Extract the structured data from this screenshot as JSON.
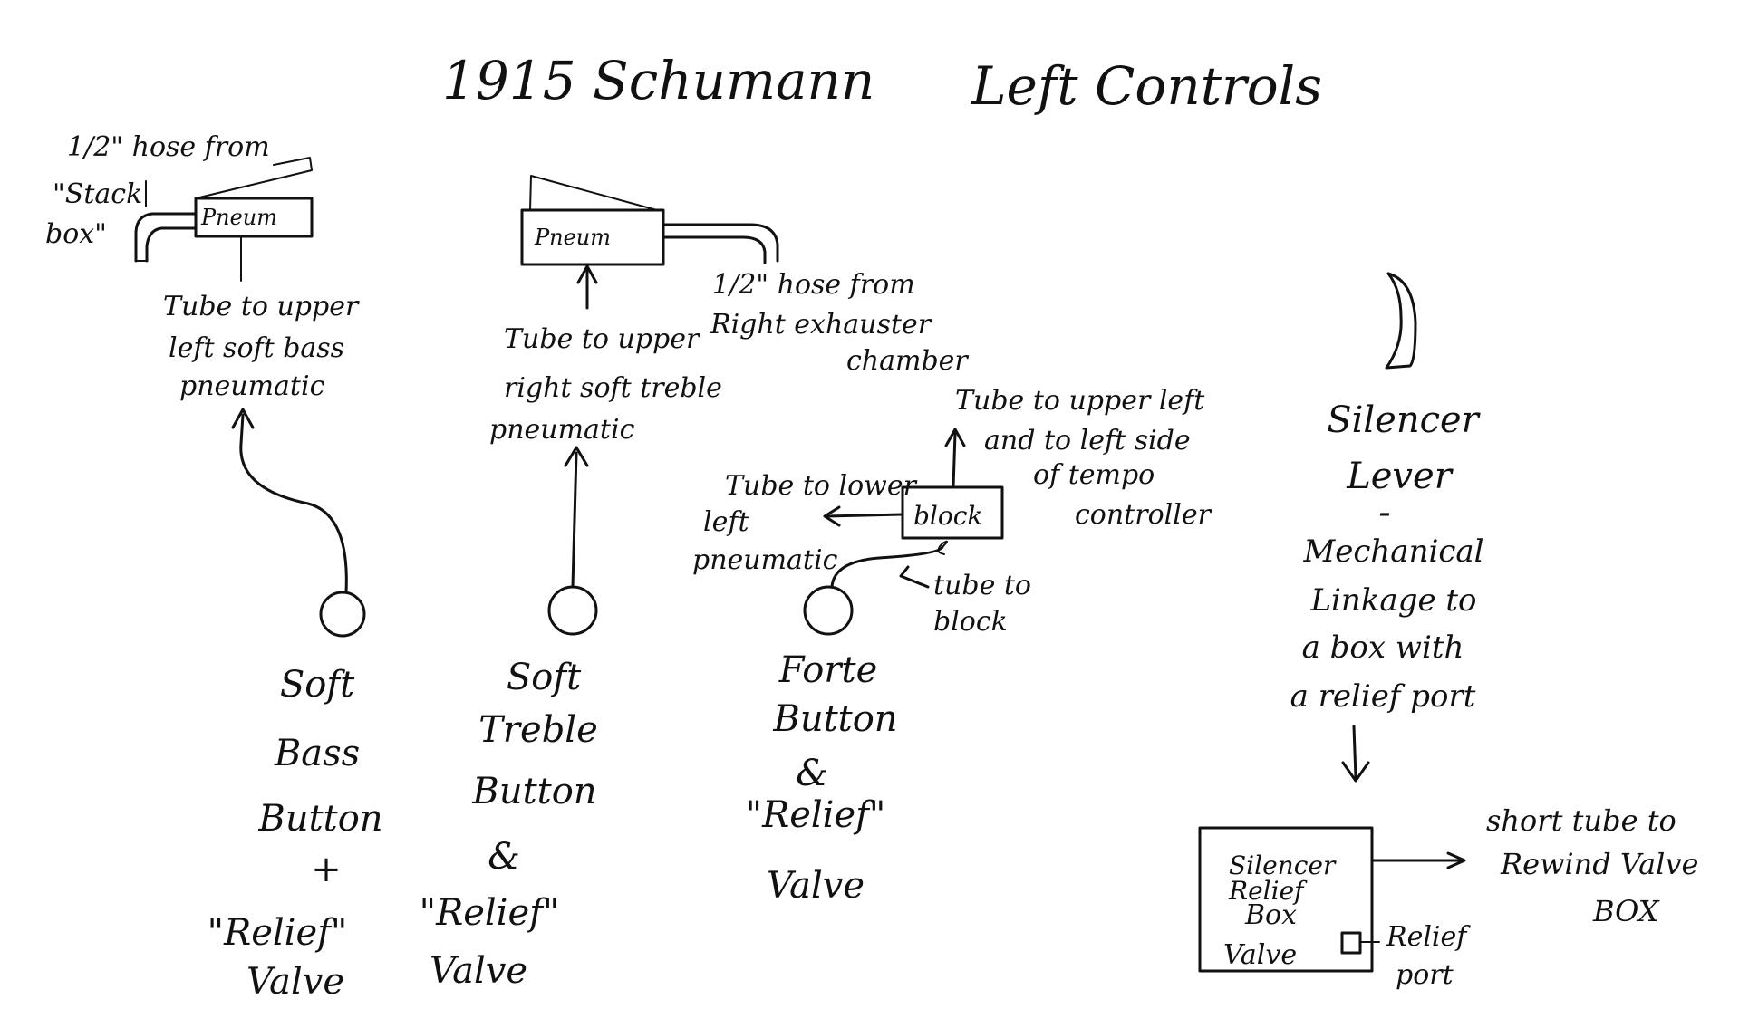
{
  "title": {
    "year_model": "1915 Schumann",
    "section": "Left Controls"
  },
  "soft_bass": {
    "hose_note": [
      "1/2\" hose from",
      "\"Stack",
      "box\""
    ],
    "pneum_label": "Pneum",
    "tube_note": [
      "Tube to upper",
      "left soft bass",
      "pneumatic"
    ],
    "button_label": [
      "Soft",
      "Bass",
      "Button",
      "+",
      "\"Relief\"",
      "Valve"
    ]
  },
  "soft_treble": {
    "pneum_label": "Pneum",
    "hose_note": [
      "1/2\" hose from",
      "Right exhauster",
      "chamber"
    ],
    "tube_note": [
      "Tube to upper",
      "right soft treble",
      "pneumatic"
    ],
    "button_label": [
      "Soft",
      "Treble",
      "Button",
      "&",
      "\"Relief\"",
      "Valve"
    ]
  },
  "forte": {
    "block_label": "block",
    "upper_tube_note": [
      "Tube to upper left",
      "and to left side",
      "of tempo",
      "controller"
    ],
    "lower_tube_note": [
      "Tube to lower",
      "left",
      "pneumatic"
    ],
    "tube_to_block": [
      "tube to",
      "block"
    ],
    "button_label": [
      "Forte",
      "Button",
      "&",
      "\"Relief\"",
      "Valve"
    ]
  },
  "silencer": {
    "lever_label": [
      "Silencer",
      "Lever",
      "-",
      "Mechanical",
      "Linkage to",
      "a box with",
      "a relief port"
    ],
    "box_label": [
      "Silencer",
      "Relief",
      "Box",
      "Valve"
    ],
    "relief_port_label": [
      "Relief",
      "port"
    ],
    "short_tube_note": [
      "short tube to",
      "Rewind Valve",
      "BOX"
    ]
  }
}
